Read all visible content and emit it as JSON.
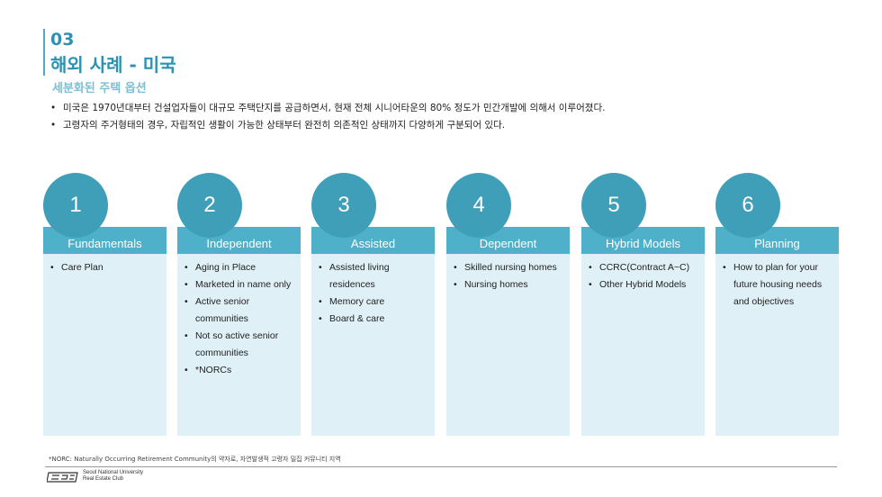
{
  "header": {
    "section_number": "03",
    "title": "해외 사례 - 미국",
    "subtitle": "세분화된 주택 옵션"
  },
  "intro_bullets": [
    "미국은 1970년대부터 건설업자들이 대규모 주택단지를 공급하면서, 현재 전체 시니어타운의 80% 정도가 민간개발에 의해서 이루어졌다.",
    "고령자의 주거형태의 경우, 자립적인 생활이 가능한 상태부터 완전히 의존적인 상태까지 다양하게 구분되어 있다."
  ],
  "cards": [
    {
      "number": "1",
      "title": "Fundamentals",
      "items": [
        "Care Plan"
      ]
    },
    {
      "number": "2",
      "title": "Independent",
      "items": [
        "Aging in Place",
        "Marketed in name only",
        "Active senior communities",
        "Not so active senior communities",
        "*NORCs"
      ]
    },
    {
      "number": "3",
      "title": "Assisted",
      "items": [
        "Assisted living residences",
        "Memory care",
        "Board & care"
      ]
    },
    {
      "number": "4",
      "title": "Dependent",
      "items": [
        "Skilled nursing homes",
        "Nursing homes"
      ]
    },
    {
      "number": "5",
      "title": "Hybrid Models",
      "items": [
        "CCRC(Contract A~C)",
        "Other Hybrid Models"
      ]
    },
    {
      "number": "6",
      "title": "Planning",
      "items": [
        "How to plan for your future housing needs and objectives"
      ]
    }
  ],
  "footnote": "*NORC: Naturally Occurring Retirement Community의 약자로, 자연발생적 고령자 밀집 커뮤니티 지역",
  "footer": {
    "org_line1": "Seoul National University",
    "org_line2": "Real Estate Club"
  },
  "colors": {
    "accent": "#2a93b5",
    "circle": "#3f9fb9",
    "header": "#4fb0c9",
    "body": "#dff0f6"
  }
}
